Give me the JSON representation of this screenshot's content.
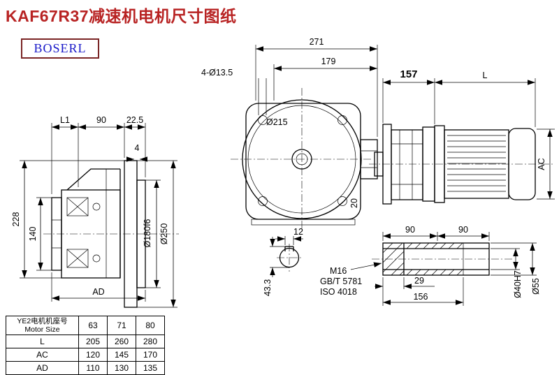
{
  "colors": {
    "title_red": "#b82323",
    "logo_blue": "#1717c8",
    "logo_border_maroon": "#7a2525",
    "line_black": "#000000"
  },
  "header": {
    "title": "KAF67R37减速机电机尺寸图纸",
    "logo_text": "BOSERL"
  },
  "front_view": {
    "dim_width_total": "271",
    "dim_width_flange": "179",
    "label_bolt_holes": "4-Ø13.5",
    "label_flange_dia": "Ø215",
    "dim_20": "20"
  },
  "side_view": {
    "dim_l1": "L1",
    "dim_90": "90",
    "dim_22_5": "22.5",
    "dim_4": "4",
    "dim_228": "228",
    "dim_140": "140",
    "dim_ad": "AD",
    "label_spigot_dia": "Ø180f6",
    "label_flange_dia": "Ø250"
  },
  "motor_view": {
    "dim_157": "157",
    "dim_l": "L",
    "dim_ac": "AC"
  },
  "bore_section_view": {
    "dim_keyway_width": "12",
    "dim_keyway_depth": "43.3"
  },
  "output_shaft_view": {
    "dim_90_left": "90",
    "dim_90_right": "90",
    "label_thread": "M16",
    "label_standard_gb": "GB/T 5781",
    "label_standard_iso": "ISO 4018",
    "dim_29": "29",
    "dim_156": "156",
    "label_bore_dia": "Ø40H7",
    "label_outer_dia": "Ø55"
  },
  "table": {
    "header": {
      "line1": "YE2电机机座号",
      "line2": "Motor Size",
      "sizes": [
        "63",
        "71",
        "80"
      ]
    },
    "rows": [
      {
        "label": "L",
        "values": [
          "205",
          "260",
          "280"
        ]
      },
      {
        "label": "AC",
        "values": [
          "120",
          "145",
          "170"
        ]
      },
      {
        "label": "AD",
        "values": [
          "110",
          "130",
          "135"
        ]
      }
    ]
  }
}
